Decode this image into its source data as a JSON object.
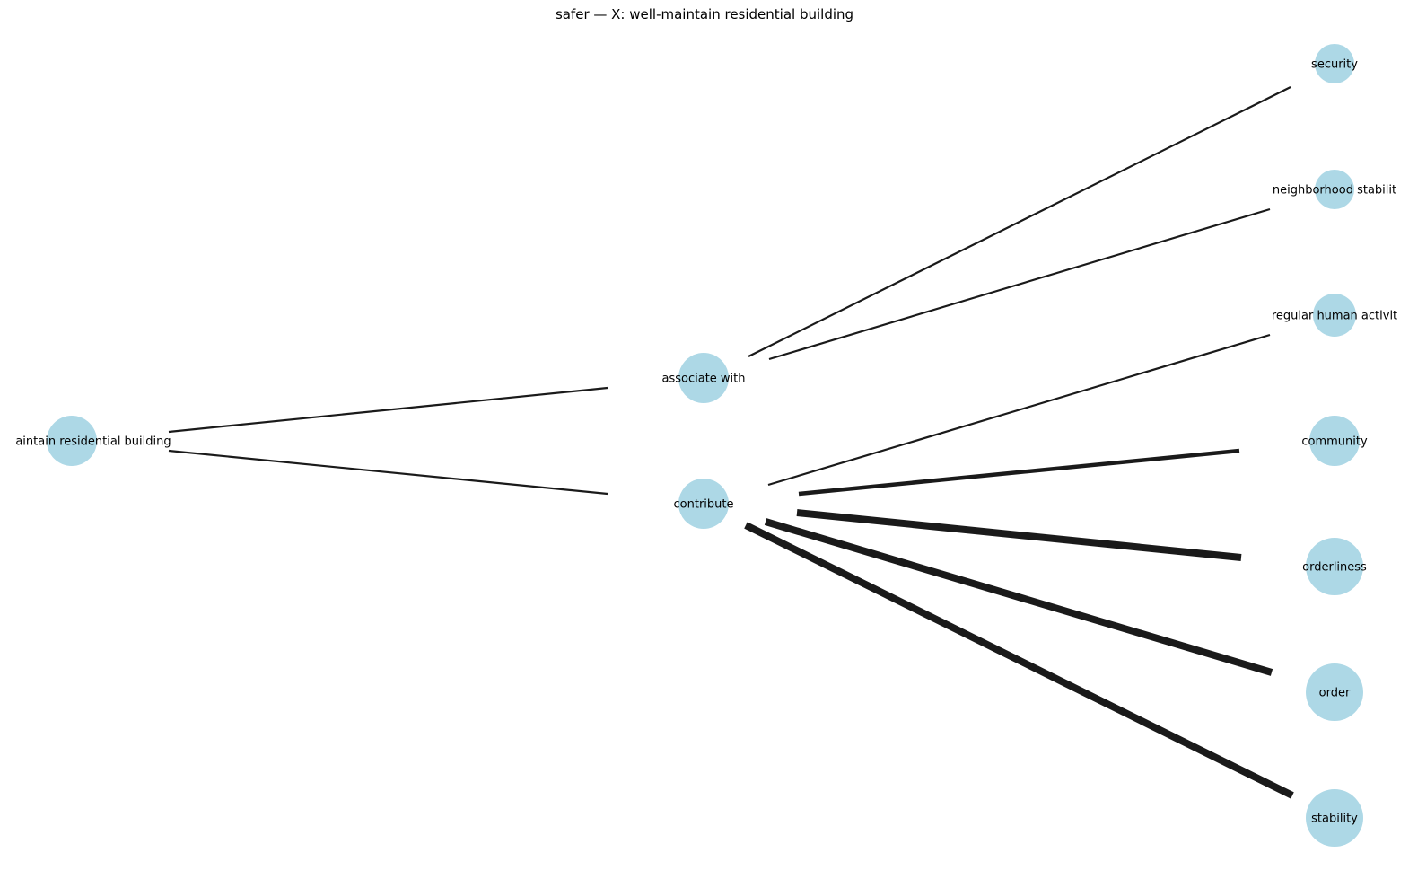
{
  "title": "safer — X: well-maintain residential building",
  "colors": {
    "node": "#add8e6",
    "edge": "#1a1a1a",
    "text": "#000000"
  },
  "nodes": [
    {
      "id": "root",
      "label": "aintain residential building"
    },
    {
      "id": "associate",
      "label": "associate with"
    },
    {
      "id": "contribute",
      "label": "contribute"
    },
    {
      "id": "security",
      "label": "security"
    },
    {
      "id": "neighborhood",
      "label": "neighborhood stabilit"
    },
    {
      "id": "regular",
      "label": "regular human activit"
    },
    {
      "id": "community",
      "label": "community"
    },
    {
      "id": "orderliness",
      "label": "orderliness"
    },
    {
      "id": "order",
      "label": "order"
    },
    {
      "id": "stability",
      "label": "stability"
    }
  ],
  "edges": [
    {
      "from": "root",
      "to": "associate",
      "weight": 1
    },
    {
      "from": "root",
      "to": "contribute",
      "weight": 1
    },
    {
      "from": "associate",
      "to": "security",
      "weight": 1
    },
    {
      "from": "associate",
      "to": "neighborhood",
      "weight": 1
    },
    {
      "from": "contribute",
      "to": "regular",
      "weight": 1
    },
    {
      "from": "contribute",
      "to": "community",
      "weight": 2
    },
    {
      "from": "contribute",
      "to": "orderliness",
      "weight": 4
    },
    {
      "from": "contribute",
      "to": "order",
      "weight": 4
    },
    {
      "from": "contribute",
      "to": "stability",
      "weight": 4
    }
  ]
}
